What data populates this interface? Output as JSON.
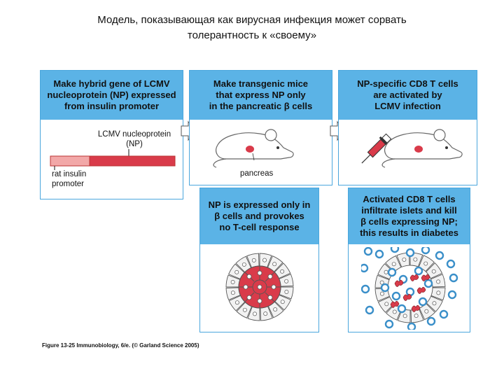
{
  "slide": {
    "title_line1": "Модель, показывающая как вирусная инфекция может сорвать",
    "title_line2": "толерантность к «своему»"
  },
  "panels": {
    "p1": {
      "line1": "Make hybrid gene of LCMV",
      "line2": "nucleoprotein (NP) expressed",
      "line3": "from insulin promoter"
    },
    "p2": {
      "line1": "Make transgenic mice",
      "line2": "that express NP only",
      "line3": "in the pancreatic β cells"
    },
    "p3": {
      "line1": "NP-specific CD8 T cells",
      "line2": "are activated by",
      "line3": "LCMV infection"
    },
    "p4": {
      "line1": "NP is expressed only in",
      "line2": "β cells and provokes",
      "line3": "no T-cell response"
    },
    "p5": {
      "line1": "Activated CD8 T cells",
      "line2": "infiltrate islets and kill",
      "line3": "β cells expressing NP;",
      "line4": "this results in diabetes"
    }
  },
  "labels": {
    "np_line1": "LCMV nucleoprotein",
    "np_line2": "(NP)",
    "promoter_line1": "rat insulin",
    "promoter_line2": "promoter",
    "pancreas": "pancreas"
  },
  "caption": "Figure 13-25  Immunobiology, 6/e. (© Garland Science 2005)",
  "colors": {
    "panel_header": "#5bb3e6",
    "border": "#4aa6dd",
    "np_red": "#d93b4a",
    "promoter_pink": "#f2a8a8",
    "tcell_blue": "#3a8fc9"
  },
  "icons": [
    "mouse-icon",
    "syringe-icon",
    "islet-icon",
    "arrow-right-icon"
  ]
}
